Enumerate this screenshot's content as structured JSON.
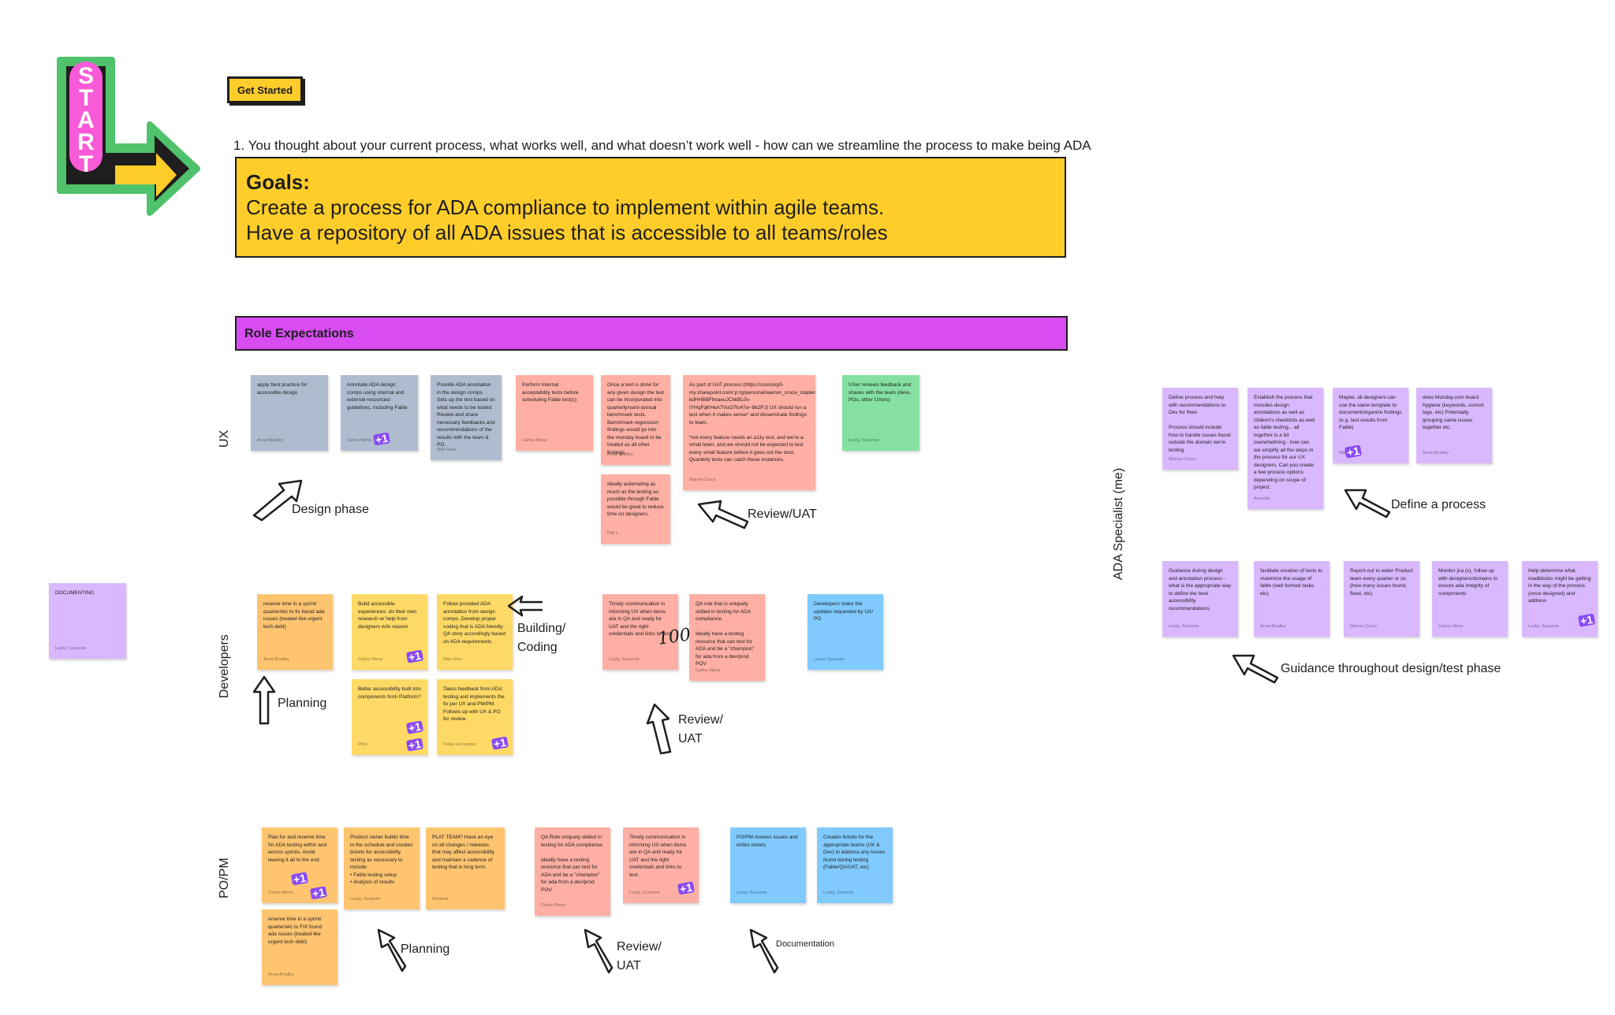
{
  "header": {
    "get_started": "Get Started",
    "intro": "1.  You thought about your current process, what works well, and what doesn’t work well - how can we streamline the process to make being ADA",
    "goals_title": "Goals:",
    "goals_line1": "Create a process for ADA compliance to implement within agile teams.",
    "goals_line2": "Have a repository of all ADA issues that is accessible to all teams/roles"
  },
  "start_sign": {
    "letters": [
      "S",
      "T",
      "A",
      "R",
      "T"
    ]
  },
  "roles": {
    "banner": "Role Expectations",
    "ux": "UX",
    "developers": "Developers",
    "popm": "PO/PM",
    "ada": "ADA Specialist (me)"
  },
  "annotations": {
    "design_phase": "Design phase",
    "review_uat_ux": "Review/UAT",
    "building_coding": "Building/\nCoding",
    "planning_dev": "Planning",
    "review_uat_dev": "Review/\nUAT",
    "planning_pm": "Planning",
    "review_uat_pm": "Review/\nUAT",
    "documentation": "Documentation",
    "define_process": "Define a process",
    "guidance": "Guidance throughout design/test phase",
    "handwritten_100": "100"
  },
  "plus_label": "+1",
  "stickies": {
    "documenting": {
      "text": "DOCUMENTING",
      "author": "Lusky, Suzanne"
    },
    "ux1": {
      "text": "apply best practice for accessible design",
      "author": "Anna Bradley"
    },
    "ux2": {
      "text": "Annotate ADA design comps using internal and external resources/ guidelines, including Fable",
      "author": "Carlos Mena"
    },
    "ux3": {
      "text": "Provide ADA annotation in the design comps\nSets up the test based on what needs to be tested.\nReview and share necessary feedbacks and recommendations of the results with the team & PO.",
      "author": "Mike Mau"
    },
    "ux4": {
      "text": "Perform internal acceptability tests before scheduling Fable test(s)",
      "author": "Carlos Mena"
    },
    "ux5": {
      "text": "Once a test is done for any given design the test can be incorporated into quarterly/semi-annual benchmark tests. Benchmark regression findings would go into the monday board to be treated as all other findings.",
      "author": "Anna Bradley"
    },
    "ux6": {
      "text": "Ideally automating as much as the testing as possible through Fable would be great to reduce time on designers.",
      "author": "Phil L"
    },
    "ux7": {
      "text": "As part of UAT process (https://ussicorp0-my.sharepoint.com/:p:/g/personal/warren_cruce_staples_com/EVsBZ-kdHHBBFbvaeuJCkkBL0v-IYHqFqKHeA7VuO7tc47w~8k2PJ) UX should run a test when it makes sense* and disseminate findings to team.\n\n*not every feature needs an a11y test, and we're a small team, and we should not be expected to test every small feature before it goes out the door. Quarterly tests can catch these instances.",
      "author": "Warren Cruce"
    },
    "ux8": {
      "text": "UXer reviews feedback and shares with the team (devs, POs, other UXers)",
      "author": "Lusky, Suzanne"
    },
    "dev1": {
      "text": "reserve time in a sprint/ quarter/etc to fix found ada issues (treated like urgent tech debt)",
      "author": "Anna Bradley"
    },
    "dev2": {
      "text": "Build accessible experiences; do their own research w/ help from designers w/in reason",
      "author": "Carlos Mena"
    },
    "dev3": {
      "text": "Follow provided ADA annotation from design comps. Develop proper coding that is ADA friendly. QA story accordingly based on ADA requirements",
      "author": "Mike Mau"
    },
    "dev4": {
      "text": "Better accessibility built into components from Platform?",
      "author": "Phil L"
    },
    "dev5": {
      "text": "Takes feedback from ADA testing and implements the fix per UX and PM/PM. Follows up with UX & PO for review.",
      "author": "Pablo Fernandez"
    },
    "dev6": {
      "text": "Timely communication in informing UX when items are in QA and ready for UAT and the right credentials and links to test",
      "author": "Lusky, Suzanne"
    },
    "dev7": {
      "text": "QA role that is uniquely skilled in testing for ADA compliance.\n\nIdeally have a testing resource that can test for ADA and be a \"champion\" for ada from a dev/prod POV",
      "author": "Carlos Mena"
    },
    "dev8": {
      "text": "Developers make the updates requested by UX/ PO",
      "author": "Lusky, Suzanne"
    },
    "pm1": {
      "text": "Plan for and reserve time for ADA testing within and across sprints. Avoid leaving it all to the end",
      "author": "Carlos Mena"
    },
    "pm2": {
      "text": "Product owner builds time in the schedule and creates tickets for accessibility testing as necessary to include:\n• Fable testing setup\n• Analysis of results",
      "author": "Lusky, Suzanne"
    },
    "pm3": {
      "text": "PLAT TEAM? Have an eye on all changes / releases that may affect accessibility and maintain a cadence of testing that is long term.",
      "author": "Amanda"
    },
    "pm4": {
      "text": "reserve time in a sprint/ quarter/etc to FIX found ada issues (treated like urgent tech debt)",
      "author": "Anna Bradley"
    },
    "pm5": {
      "text": "QA Role uniquely skilled in testing for ADA compliance.\n\nIdeally have a testing resource that can test for ADA and be a \"champion\" for ada from a dev/prod POV",
      "author": "Carlos Mena"
    },
    "pm6": {
      "text": "Timely communication in informing UX when items are in QA and ready for UAT and the right credentials and links to test.",
      "author": "Lusky, Suzanne"
    },
    "pm7": {
      "text": "PO/PM reviews issues and writes tickets",
      "author": "Lusky, Suzanne"
    },
    "pm8": {
      "text": "Creates tickets for the appropriate teams (UX & Dev) to address any issues found during testing (Fable/QA/UAT, etc)",
      "author": "Lusky, Suzanne"
    },
    "ada1": {
      "text": "Define process and help with recommendations to Dev for fixes\n\nProcess should include how to handle issues found outside the domain we're testing",
      "author": "Warren Cruce"
    },
    "ada2": {
      "text": "Establish the process that includes design annotations as well as Gideon's checklists as well as fable testing... all together is a bit overwhelming - how can we simplify all the steps in the process for our UX designers. Can you create a few process options depending on scope of project.",
      "author": "Amanda"
    },
    "ada3": {
      "text": "Maybe, all designers can use the same template to document/organize findings (e.g. test results from Fable)",
      "author": "Mike Mau"
    },
    "ada4": {
      "text": "does Monday.com board hygiene (keywords, correct tags, etc) Potentially grouping same issues together etc.",
      "author": "Anna Bradley"
    },
    "ada5": {
      "text": "Guidance during design and annotation process - what is the appropriate way to define the best accessibility recommendations.",
      "author": "Lusky, Suzanne"
    },
    "ada6": {
      "text": "facilitate creation of tests to maximize the usage of fable (well formed tasks etc)",
      "author": "Anna Bradley"
    },
    "ada7": {
      "text": "Report-out to wider Product team every quarter or so (how many issues found, fixed, etc)",
      "author": "Warren Cruce"
    },
    "ada8": {
      "text": "Monitor jira (s), follow up with designers/domains to ensure ada integrity of components",
      "author": "Carlos Mena"
    },
    "ada9": {
      "text": "Help determine what roadblocks might be getting in the way of the process (once designed) and address",
      "author": "Lusky, Suzanne"
    }
  },
  "colors": {
    "yellow": "#ffcd29",
    "purple_banner": "#d84cf2",
    "grey": "#afbccf",
    "red": "#ffafa3",
    "green": "#85e0a3",
    "lilac": "#d9b8ff",
    "orange": "#ffc470",
    "sticky_yellow": "#ffd966",
    "blue": "#80caff",
    "sign_green": "#4fc26b",
    "sign_pink": "#f95bd8"
  }
}
